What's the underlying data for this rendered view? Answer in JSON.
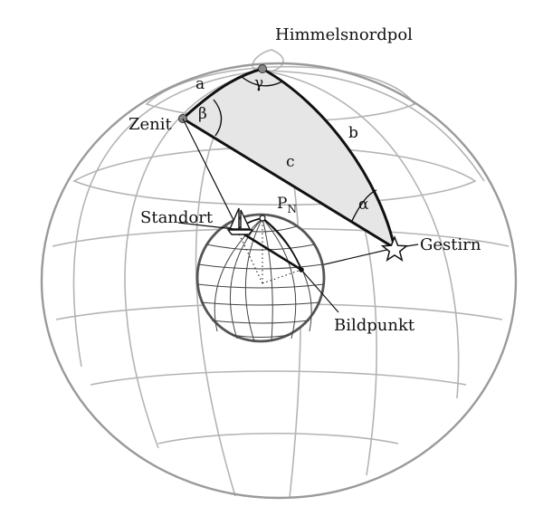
{
  "labels": {
    "himmelsnordpol": "Himmelsnordpol",
    "zenit": "Zenit",
    "standort": "Standort",
    "gestirn": "Gestirn",
    "bildpunkt": "Bildpunkt",
    "pn_main": "P",
    "pn_sub": "N",
    "side_a": "a",
    "side_b": "b",
    "side_c": "c",
    "angle_alpha": "α",
    "angle_beta": "β",
    "angle_gamma": "γ"
  },
  "colors": {
    "grid": "#b4b4b4",
    "outline": "#555555",
    "triangle_fill": "#e6e6e6",
    "stroke": "#111111",
    "point_fill": "#888888"
  }
}
